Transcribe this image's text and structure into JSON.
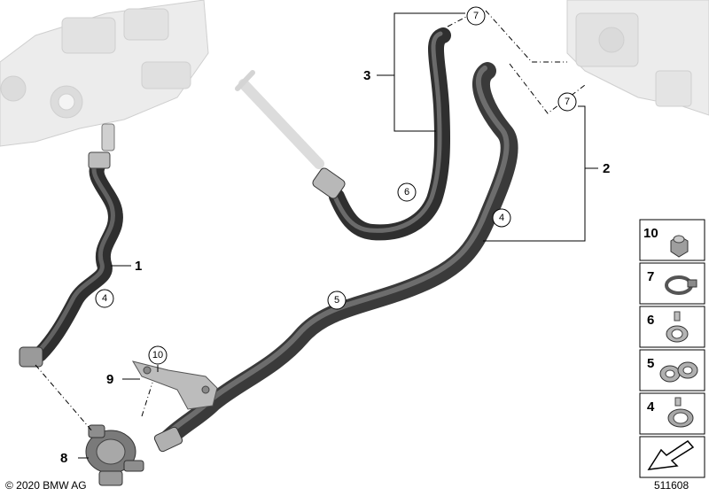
{
  "callouts": {
    "c1": "1",
    "c2": "2",
    "c3": "3",
    "c8": "8",
    "c9": "9"
  },
  "circled": {
    "hose4_left": "4",
    "hose4_right": "4",
    "hose5": "5",
    "hose6": "6",
    "clip7_top": "7",
    "clip7_mid": "7",
    "nut10": "10"
  },
  "legend_panel": {
    "items": [
      {
        "number": "10",
        "icon": "hex-nut-icon"
      },
      {
        "number": "7",
        "icon": "hose-clamp-icon"
      },
      {
        "number": "6",
        "icon": "single-clip-icon"
      },
      {
        "number": "5",
        "icon": "double-clip-icon"
      },
      {
        "number": "4",
        "icon": "pipe-clip-icon"
      },
      {
        "number": "",
        "icon": "arrow-pointer-icon"
      }
    ]
  },
  "footer": {
    "copyright": "© 2020 BMW AG",
    "diagram_number": "511608"
  }
}
